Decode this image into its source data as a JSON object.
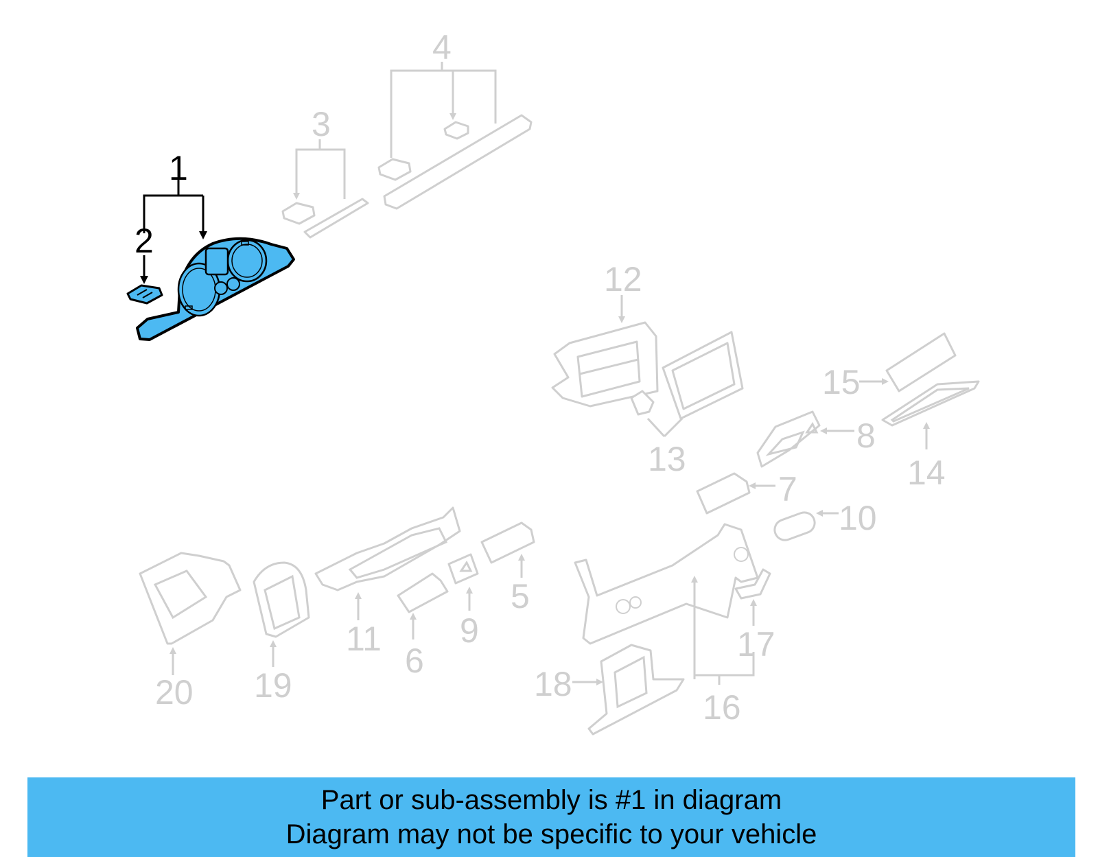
{
  "callouts": [
    "1",
    "2",
    "3",
    "4",
    "5",
    "6",
    "7",
    "8",
    "9",
    "10",
    "11",
    "12",
    "13",
    "14",
    "15",
    "16",
    "17",
    "18",
    "19",
    "20"
  ],
  "highlighted_part": "1",
  "colors": {
    "highlight_fill": "#4cb9f2",
    "inactive_gray": "#cfcfcf",
    "banner_bg": "#4cb9f2"
  },
  "banner": {
    "line1": "Part or sub-assembly is #1 in diagram",
    "line2": "Diagram may not be specific to your vehicle"
  }
}
